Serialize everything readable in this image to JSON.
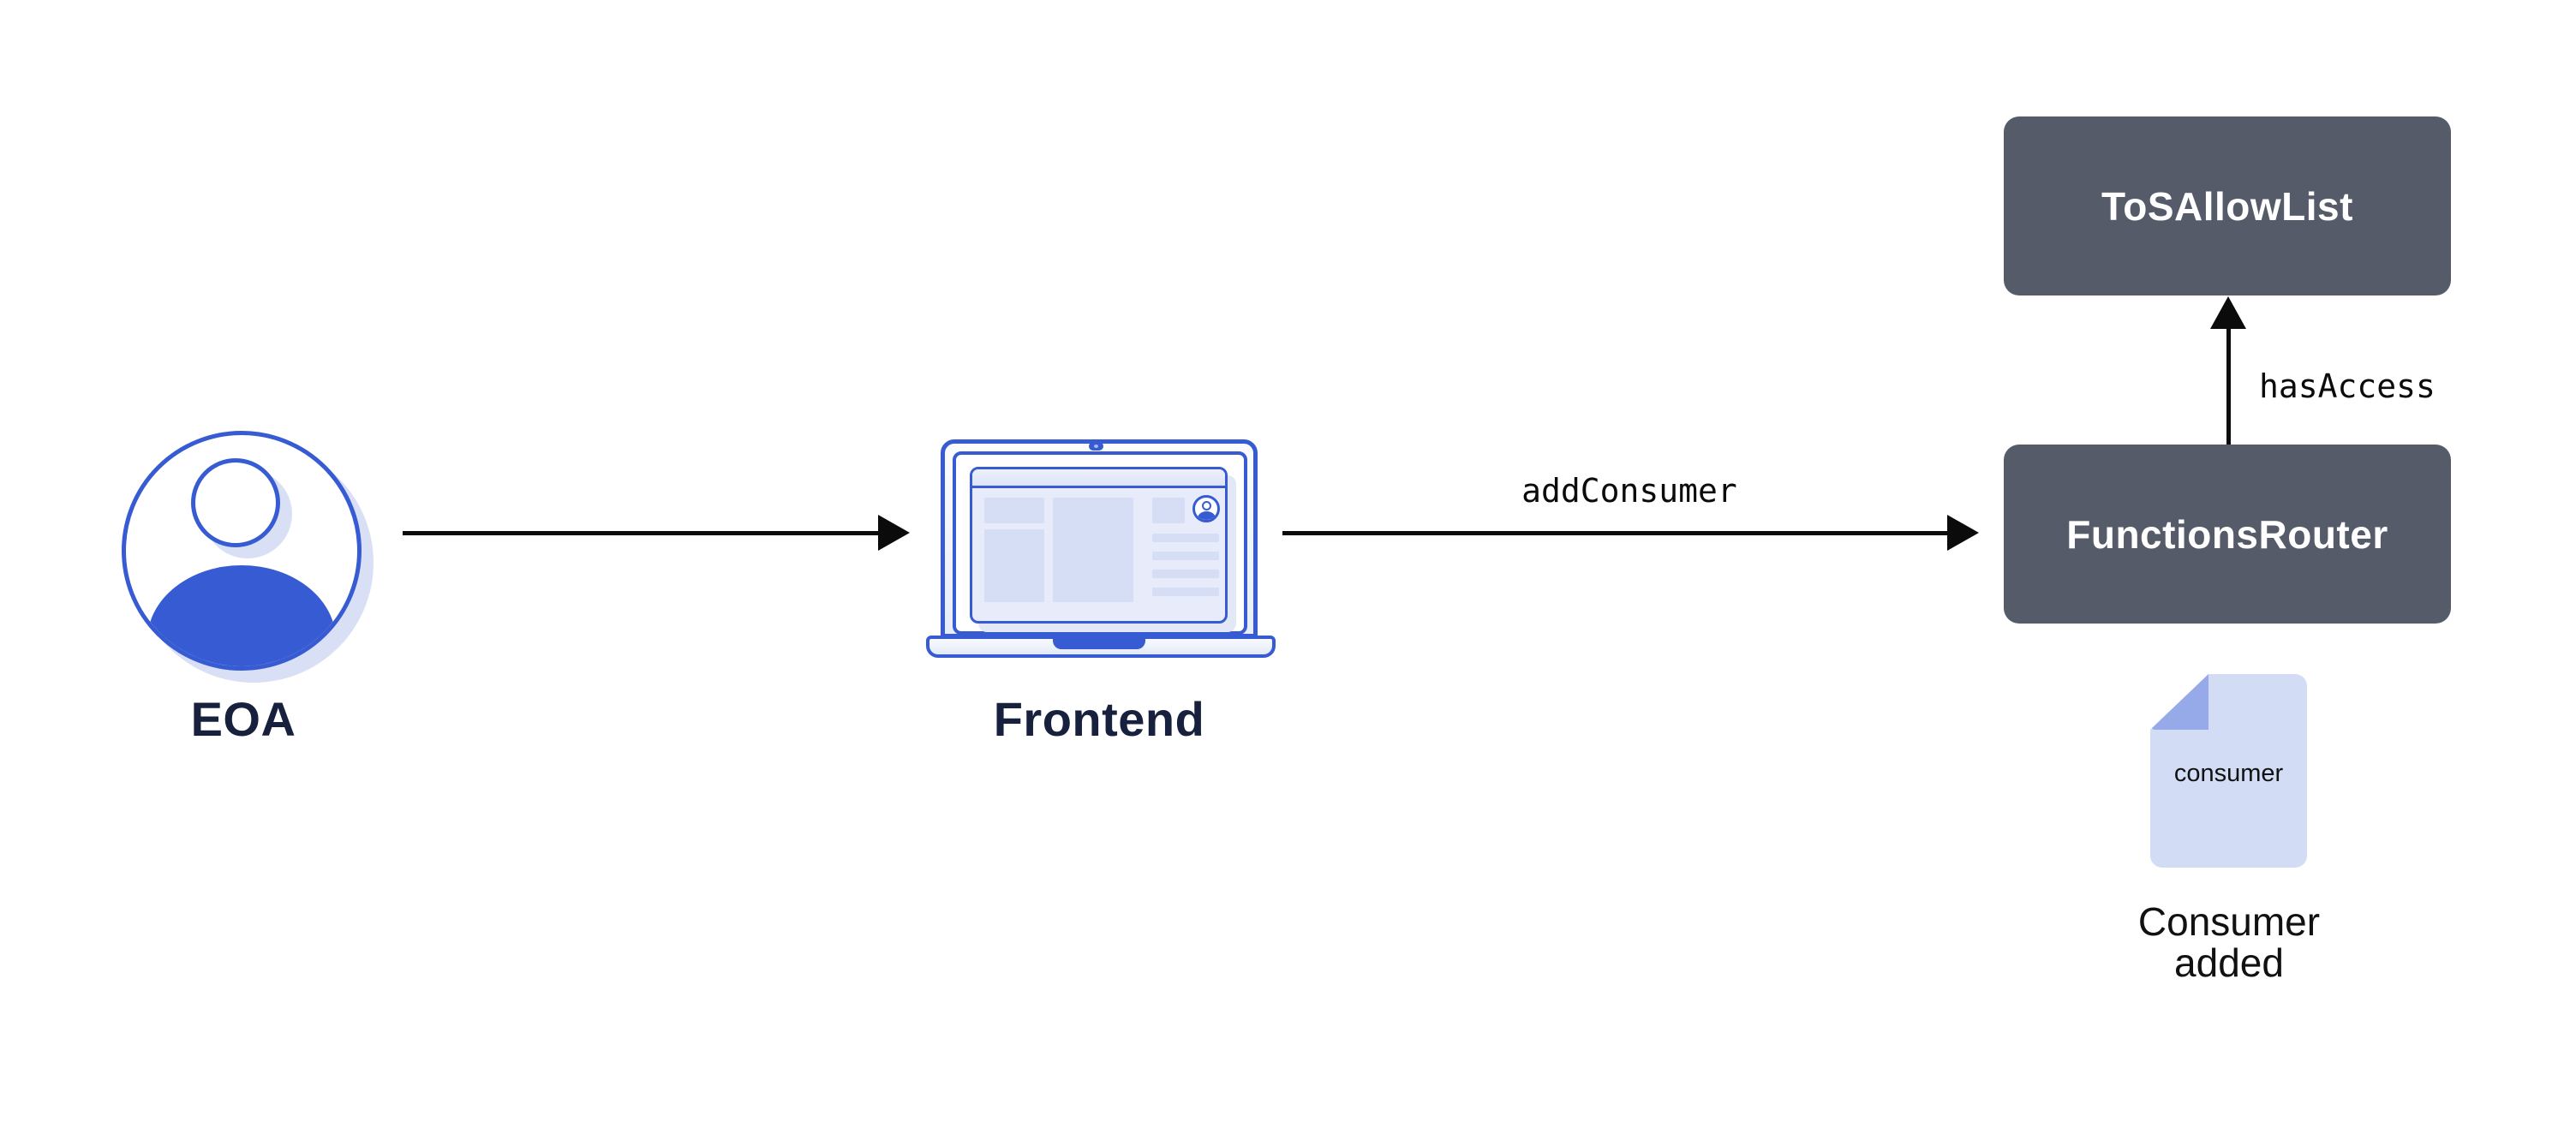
{
  "nodes": {
    "eoa": {
      "label": "EOA"
    },
    "frontend": {
      "label": "Frontend"
    },
    "functions_router": {
      "label": "FunctionsRouter"
    },
    "tos_allow_list": {
      "label": "ToSAllowList"
    },
    "consumer_doc": {
      "label": "consumer",
      "caption": "Consumer added"
    }
  },
  "edges": {
    "eoa_to_frontend": {
      "label": ""
    },
    "frontend_to_router": {
      "label": "addConsumer"
    },
    "router_to_allowlist": {
      "label": "hasAccess"
    }
  },
  "colors": {
    "accent_blue": "#375BD2",
    "box_dark": "#565B69",
    "box_text": "#FFFFFF",
    "label_navy": "#17213D",
    "arrow_black": "#0B0B0B",
    "doc_fill": "#D3DCF5",
    "doc_fold": "#96A9E9",
    "icon_shadow": "#D9E0F6",
    "screen_fill": "#E7EBFA",
    "screen_block": "#D5DEF5"
  }
}
